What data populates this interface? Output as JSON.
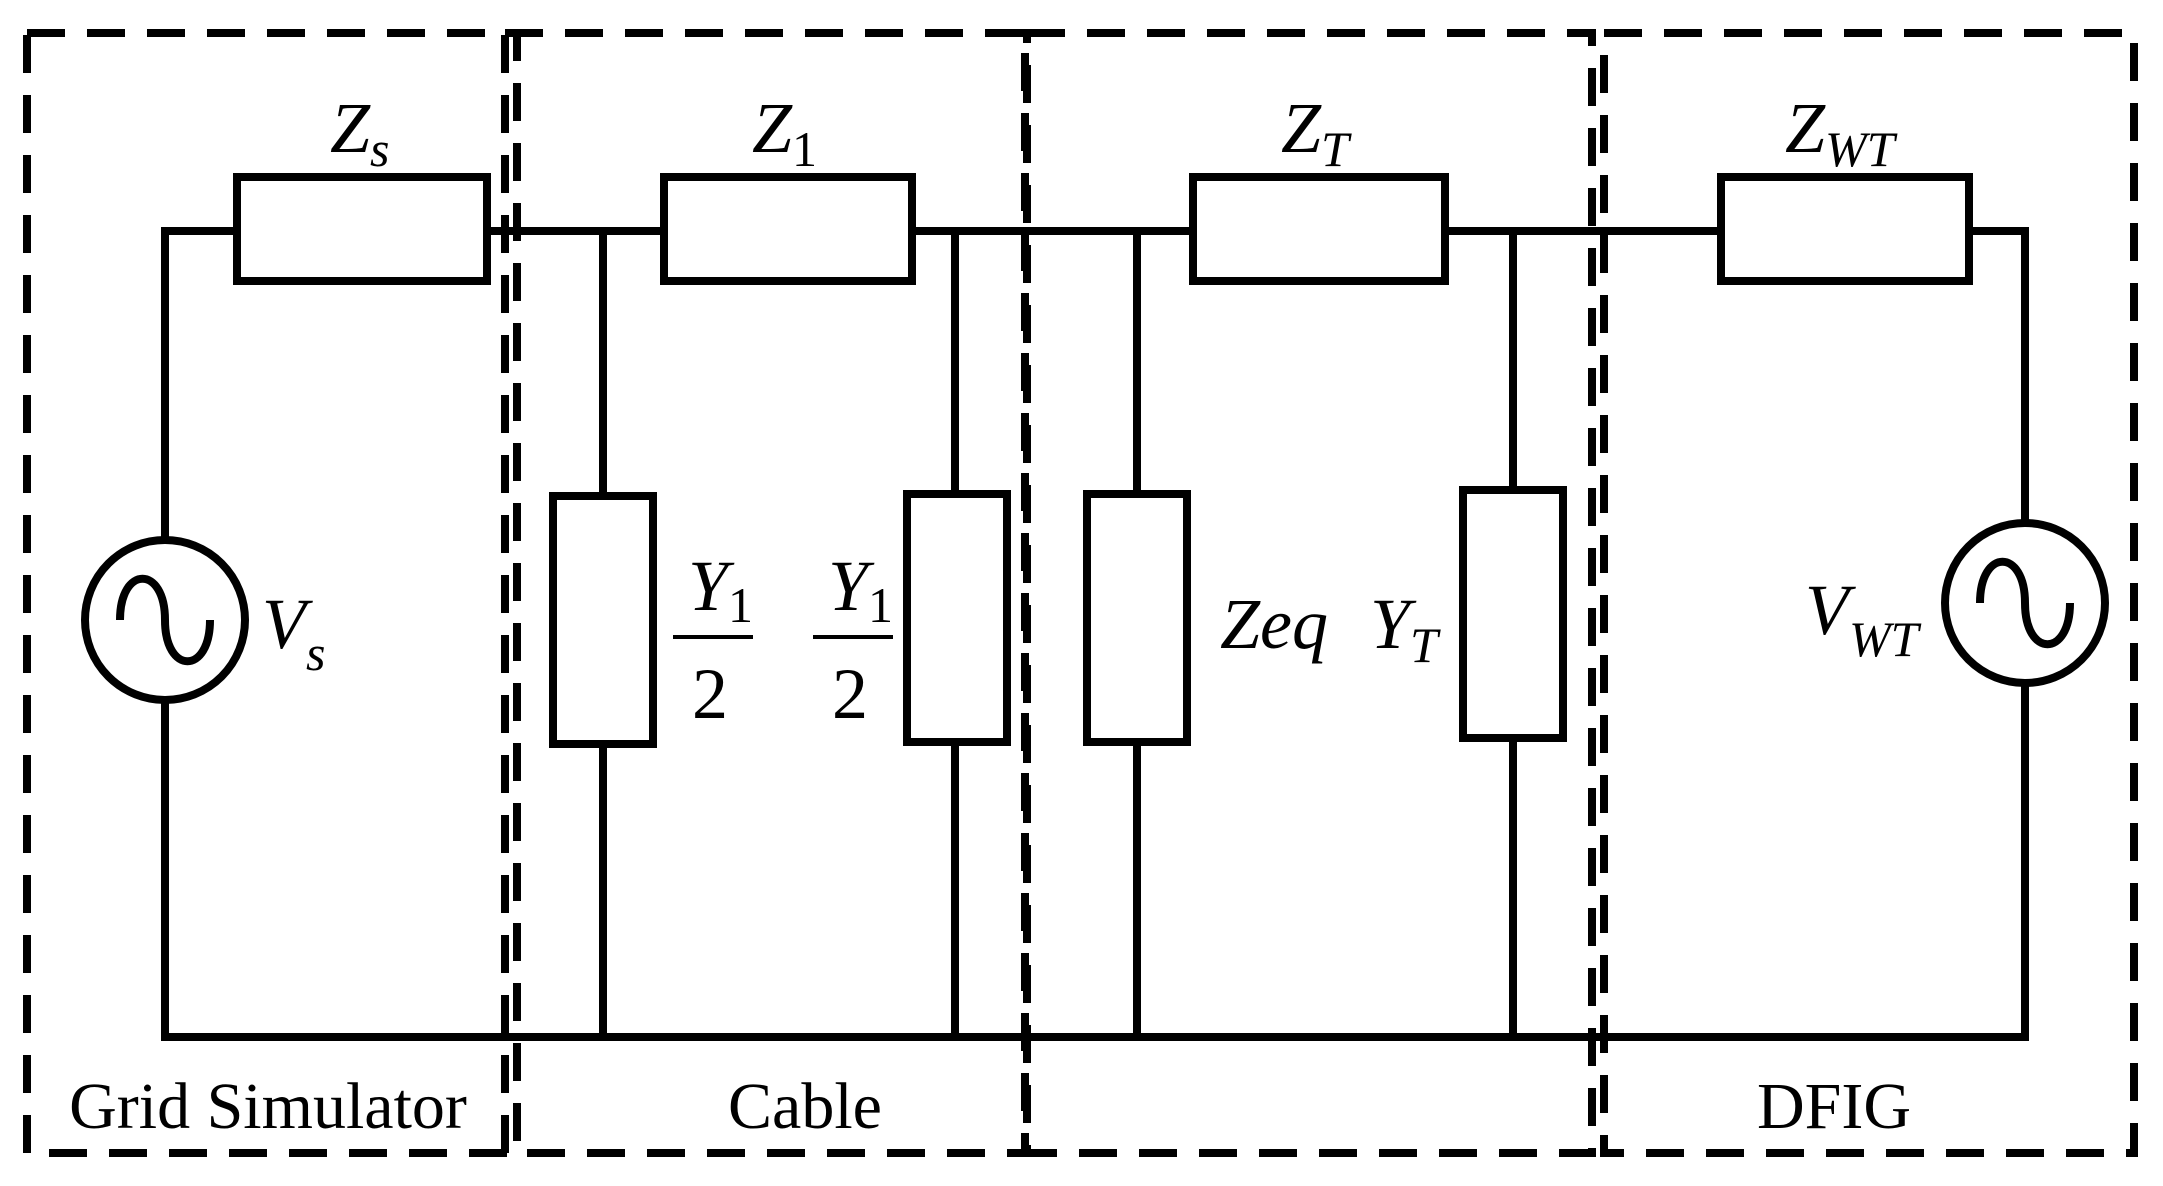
{
  "sections": {
    "grid": "Grid Simulator",
    "cable": "Cable",
    "dfig": "DFIG"
  },
  "impedances": {
    "zs_main": "Z",
    "zs_sub": "s",
    "z1_main": "Z",
    "z1_sub": "1",
    "zt_main": "Z",
    "zt_sub": "T",
    "zwt_main": "Z",
    "zwt_sub": "WT"
  },
  "shunts": {
    "y1_main": "Y",
    "y1_sub": "1",
    "y1_den": "2",
    "zeq": "Zeq",
    "yt_main": "Y",
    "yt_sub": "T"
  },
  "sources": {
    "vs_main": "V",
    "vs_sub": "s",
    "vwt_main": "V",
    "vwt_sub": "WT"
  }
}
